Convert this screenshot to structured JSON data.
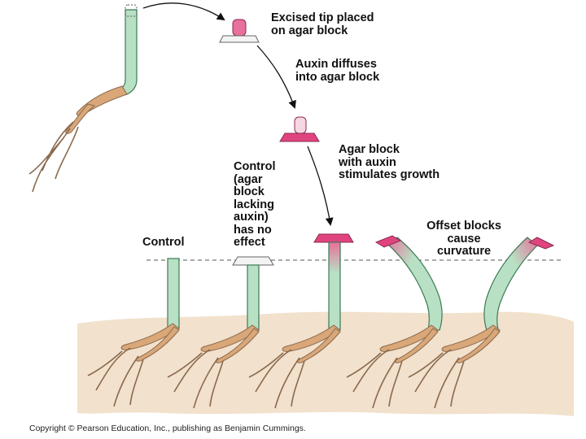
{
  "diagram": {
    "labels": {
      "step1": [
        "Excised tip placed",
        "on agar block"
      ],
      "step2": [
        "Auxin diffuses",
        "into agar block"
      ],
      "step3": [
        "Agar block",
        "with auxin",
        "stimulates growth"
      ],
      "control_left": "Control",
      "control_block": [
        "Control",
        "(agar",
        "block",
        "lacking",
        "auxin)",
        "has no",
        "effect"
      ],
      "offset": [
        "Offset blocks",
        "cause",
        "curvature"
      ]
    },
    "copyright": "Copyright © Pearson Education, Inc., publishing as Benjamin Cummings."
  },
  "colors": {
    "stem_fill": "#b8e0c4",
    "stem_stroke": "#3c7a55",
    "agar_with_auxin": "#e0447e",
    "auxin_tip": "#e8709c",
    "agar_plain": "#f3f3f3",
    "soil": "#f2e1cc",
    "seed": "#d9a778",
    "root": "#8a6a4e",
    "dashed_line": "#555555"
  }
}
